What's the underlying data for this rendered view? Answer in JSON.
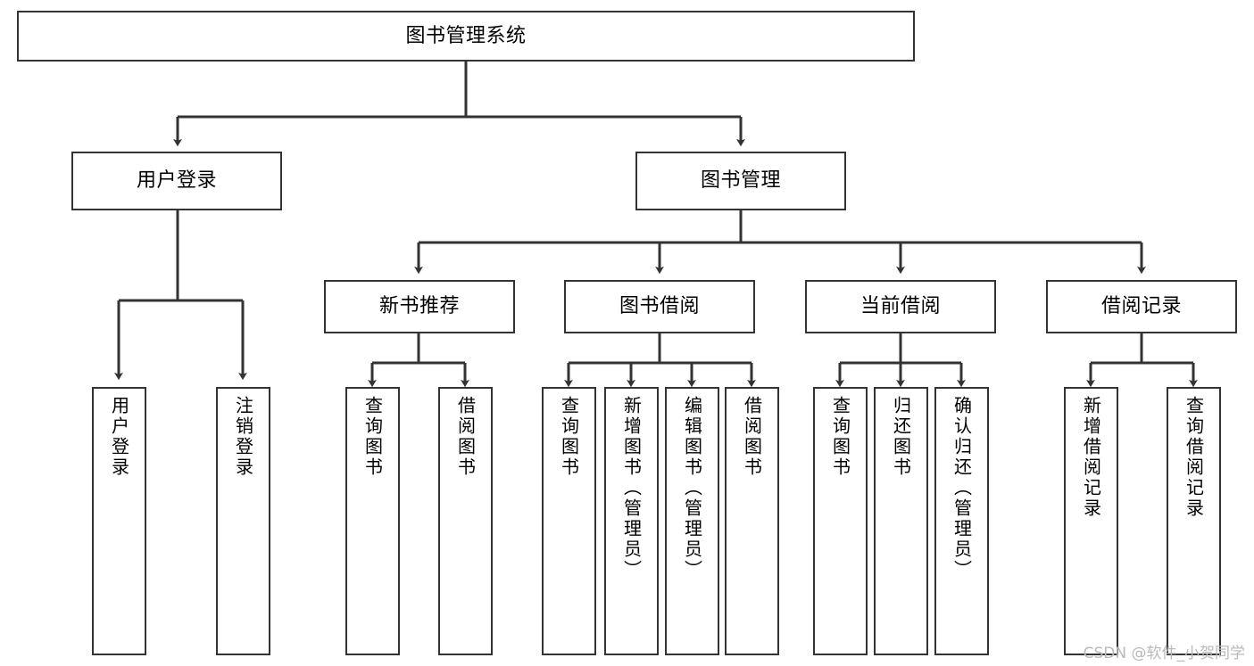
{
  "diagram": {
    "title": "图书管理系统",
    "type": "tree",
    "colors": {
      "box_border": "#333333",
      "box_fill": "#ffffff",
      "edge": "#333333",
      "text": "#000000",
      "watermark": "#b9b9b9"
    },
    "nodes": {
      "root": {
        "label": "图书管理系统"
      },
      "level2": [
        {
          "label": "用户登录"
        },
        {
          "label": "图书管理"
        }
      ],
      "level3": [
        {
          "label": "新书推荐"
        },
        {
          "label": "图书借阅"
        },
        {
          "label": "当前借阅"
        },
        {
          "label": "借阅记录"
        }
      ],
      "leaves_user_login": [
        {
          "label": "用户登录"
        },
        {
          "label": "注销登录"
        }
      ],
      "leaves_new_book": [
        {
          "label": "查询图书"
        },
        {
          "label": "借阅图书"
        }
      ],
      "leaves_borrow": [
        {
          "label": "查询图书"
        },
        {
          "label": "新增图书（管理员）"
        },
        {
          "label": "编辑图书（管理员）"
        },
        {
          "label": "借阅图书"
        }
      ],
      "leaves_current": [
        {
          "label": "查询图书"
        },
        {
          "label": "归还图书"
        },
        {
          "label": "确认归还（管理员）"
        }
      ],
      "leaves_records": [
        {
          "label": "新增借阅记录"
        },
        {
          "label": "查询借阅记录"
        }
      ]
    },
    "watermark": "CSDN @软件_小贺同学"
  }
}
